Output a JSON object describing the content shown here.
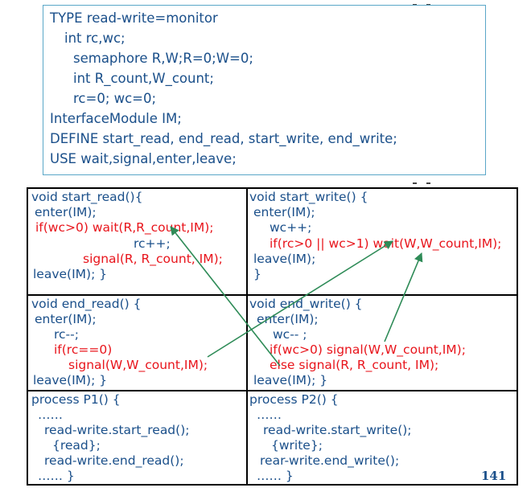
{
  "declaration": {
    "lines": [
      "TYPE  read-write=monitor",
      "int rc,wc;",
      "semaphore R,W;R=0;W=0;",
      "int R_count,W_count;",
      "rc=0; wc=0;",
      "InterfaceModule IM;",
      "DEFINE start_read, end_read, start_write, end_write;",
      "USE  wait,signal,enter,leave;"
    ]
  },
  "cells": {
    "start_read": {
      "lines": [
        "void start_read(){",
        "enter(IM);",
        "if(wc>0) wait(R,R_count,IM);",
        "rc++;",
        "signal(R, R_count, IM);",
        "leave(IM);   }"
      ]
    },
    "start_write": {
      "lines": [
        "void start_write() {",
        "enter(IM);",
        "wc++;",
        "if(rc>0 || wc>1)  wait(W,W_count,IM);",
        "leave(IM);",
        "}"
      ]
    },
    "end_read": {
      "lines": [
        "void end_read() {",
        "enter(IM);",
        "rc--;",
        "if(rc==0)",
        "signal(W,W_count,IM);",
        "leave(IM);  }"
      ]
    },
    "end_write": {
      "lines": [
        "void end_write() {",
        "enter(IM);",
        "wc-- ;",
        "if(wc>0) signal(W,W_count,IM);",
        "else signal(R, R_count, IM);",
        "leave(IM);    }"
      ]
    },
    "p1": {
      "lines": [
        "process P1() {",
        "……",
        "read-write.start_read();",
        "{read};",
        "read-write.end_read();",
        "…… }"
      ]
    },
    "p2": {
      "lines": [
        "process P2() {",
        "……",
        "read-write.start_write();",
        "{write};",
        "rear-write.end_write();",
        "…… }"
      ]
    }
  },
  "page_number": "141",
  "colors": {
    "code_blue": "#1a4f8a",
    "highlight_red": "#e8141b",
    "arrow_green": "#2e8b57",
    "top_border": "#5aa7c8"
  }
}
